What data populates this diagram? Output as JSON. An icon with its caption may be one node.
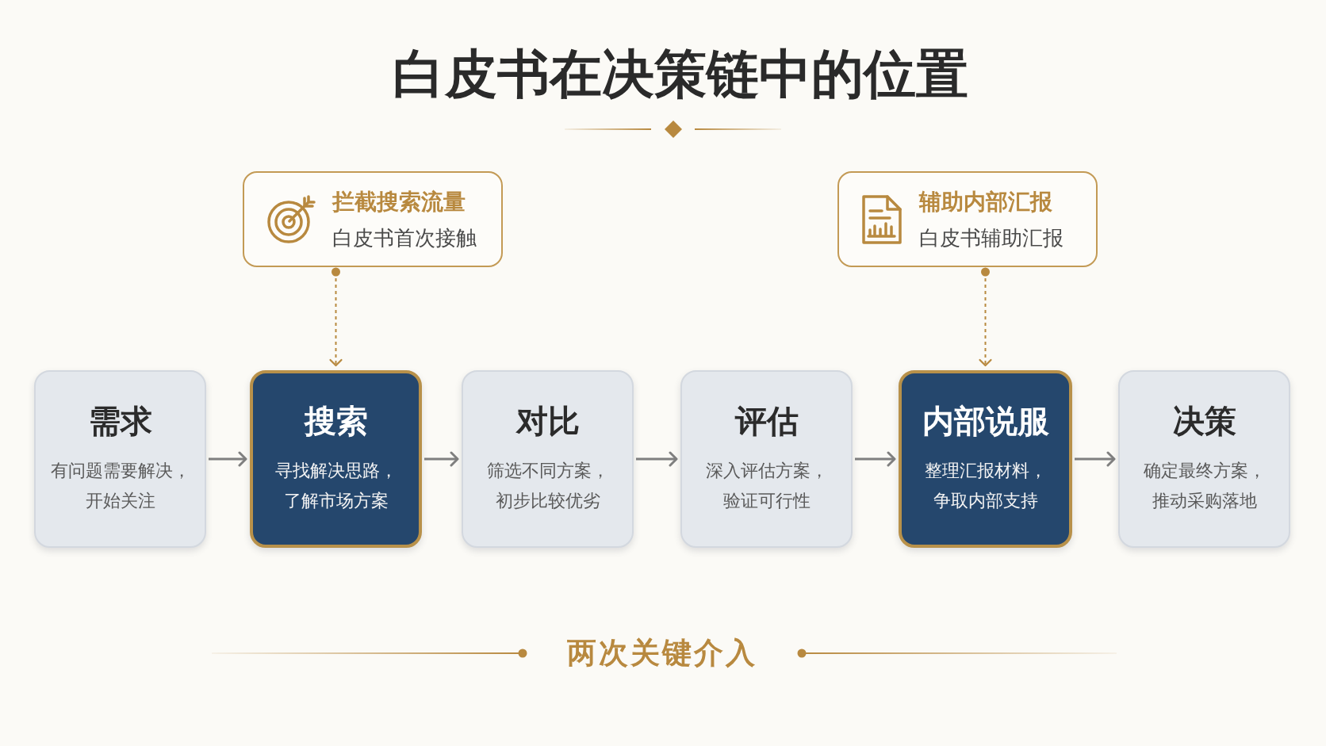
{
  "diagram": {
    "title": "白皮书在决策链中的位置",
    "nodes": [
      {
        "text": [
          "拦截搜索流量",
          "白皮书首次接触"
        ]
      },
      {
        "text": [
          "辅助内部汇报",
          "白皮书辅助汇报"
        ]
      },
      {
        "text": [
          "需求",
          "有问题需要解决，开始关注"
        ]
      },
      {
        "text": [
          "搜索",
          "寻找解决思路，了解市场方案"
        ]
      },
      {
        "text": [
          "对比",
          "筛选不同方案，初步比较优劣"
        ]
      },
      {
        "text": [
          "评估",
          "深入评估方案，验证可行性"
        ]
      },
      {
        "text": [
          "内部说服",
          "整理汇报材料，争取内部支持"
        ]
      },
      {
        "text": [
          "决策",
          "确定最终方案，推动采购落地"
        ]
      }
    ],
    "edges": [
      {
        "from": 2,
        "to": 3,
        "arrow": "to"
      },
      {
        "from": 3,
        "to": 4,
        "arrow": "to"
      },
      {
        "from": 4,
        "to": 5,
        "arrow": "to"
      },
      {
        "from": 5,
        "to": 6,
        "arrow": "to"
      },
      {
        "from": 6,
        "to": 7,
        "arrow": "to"
      },
      {
        "from": 0,
        "to": 3,
        "arrow": "to",
        "style": "dashed",
        "color": "#b8893f"
      },
      {
        "from": 1,
        "to": 6,
        "arrow": "to",
        "style": "dashed",
        "color": "#b8893f"
      }
    ],
    "labels": [
      "两次关键介入"
    ]
  }
}
